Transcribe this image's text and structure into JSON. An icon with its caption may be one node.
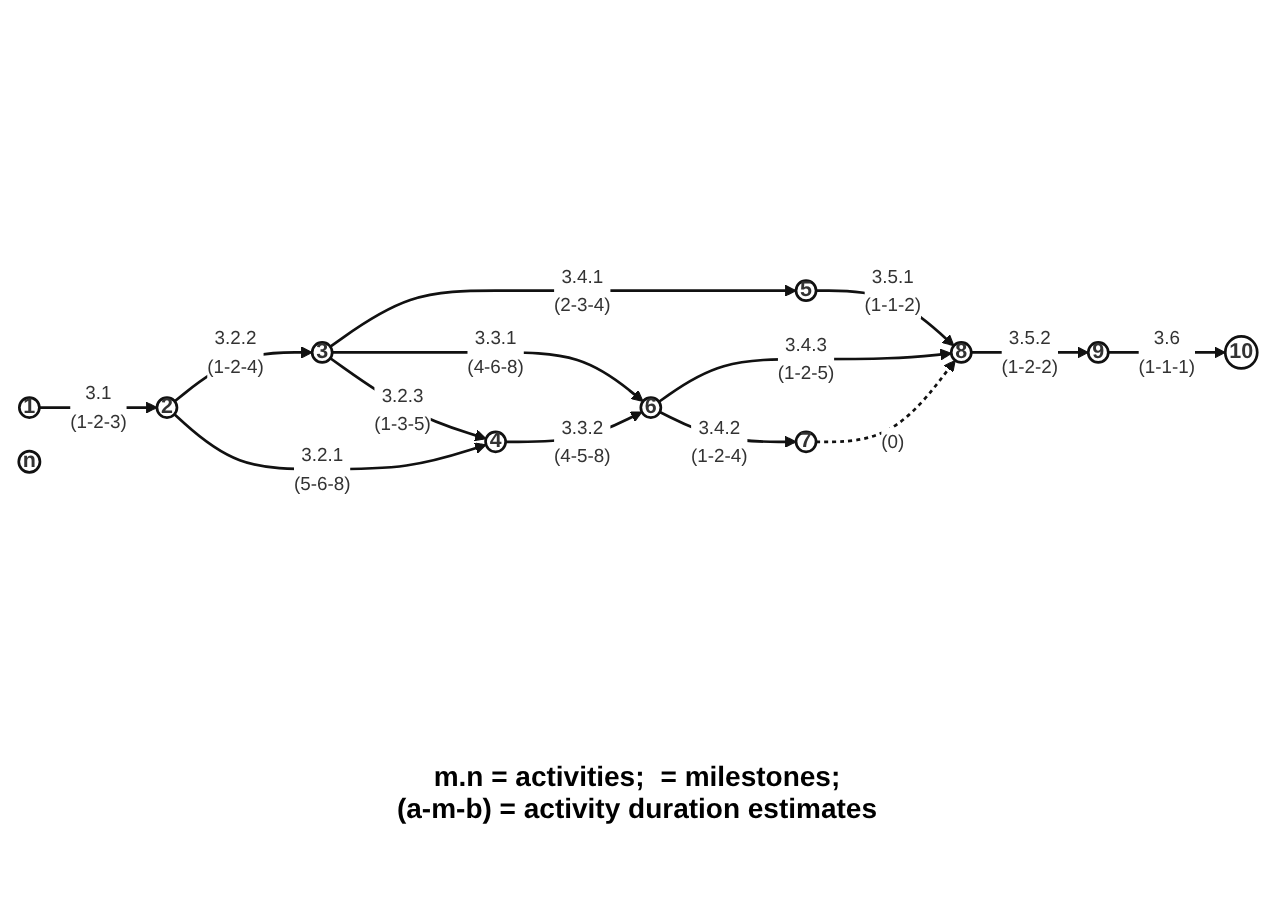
{
  "diagram": {
    "nodes": [
      {
        "text": [
          "1"
        ]
      },
      {
        "text": [
          "2"
        ]
      },
      {
        "text": [
          "3"
        ]
      },
      {
        "text": [
          "4"
        ]
      },
      {
        "text": [
          "5"
        ]
      },
      {
        "text": [
          "6"
        ]
      },
      {
        "text": [
          "7"
        ]
      },
      {
        "text": [
          "8"
        ]
      },
      {
        "text": [
          "9"
        ]
      },
      {
        "text": [
          "10"
        ]
      },
      {
        "text": [
          "n"
        ]
      }
    ],
    "edges": [
      {
        "from": 0,
        "to": 1,
        "arrow": "to",
        "label": "3.1 (1-2-3)"
      },
      {
        "from": 1,
        "to": 2,
        "arrow": "to",
        "label": "3.2.2 (1-2-4)"
      },
      {
        "from": 1,
        "to": 3,
        "arrow": "to",
        "label": "3.2.1 (5-6-8)"
      },
      {
        "from": 2,
        "to": 4,
        "arrow": "to",
        "label": "3.4.1 (2-3-4)"
      },
      {
        "from": 2,
        "to": 5,
        "arrow": "to",
        "label": "3.3.1 (4-6-8)"
      },
      {
        "from": 2,
        "to": 3,
        "arrow": "to",
        "label": "3.2.3 (1-3-5)"
      },
      {
        "from": 4,
        "to": 7,
        "arrow": "to",
        "label": "3.5.1 (1-1-2)"
      },
      {
        "from": 3,
        "to": 5,
        "arrow": "to",
        "label": "3.3.2 (4-5-8)"
      },
      {
        "from": 5,
        "to": 7,
        "arrow": "to",
        "label": "3.4.3 (1-2-5)"
      },
      {
        "from": 5,
        "to": 6,
        "arrow": "to",
        "label": "3.4.2 (1-2-4)"
      },
      {
        "from": 6,
        "to": 7,
        "arrow": "to",
        "label": "(0)",
        "style": "dashed"
      },
      {
        "from": 7,
        "to": 8,
        "arrow": "to",
        "label": "3.5.2 (1-2-2)"
      },
      {
        "from": 8,
        "to": 9,
        "arrow": "to",
        "label": "3.6 (1-1-1)"
      }
    ],
    "labels": [
      "m.n = activities;",
      "= milestones;",
      "(a-m-b) = activity duration estimates"
    ]
  }
}
